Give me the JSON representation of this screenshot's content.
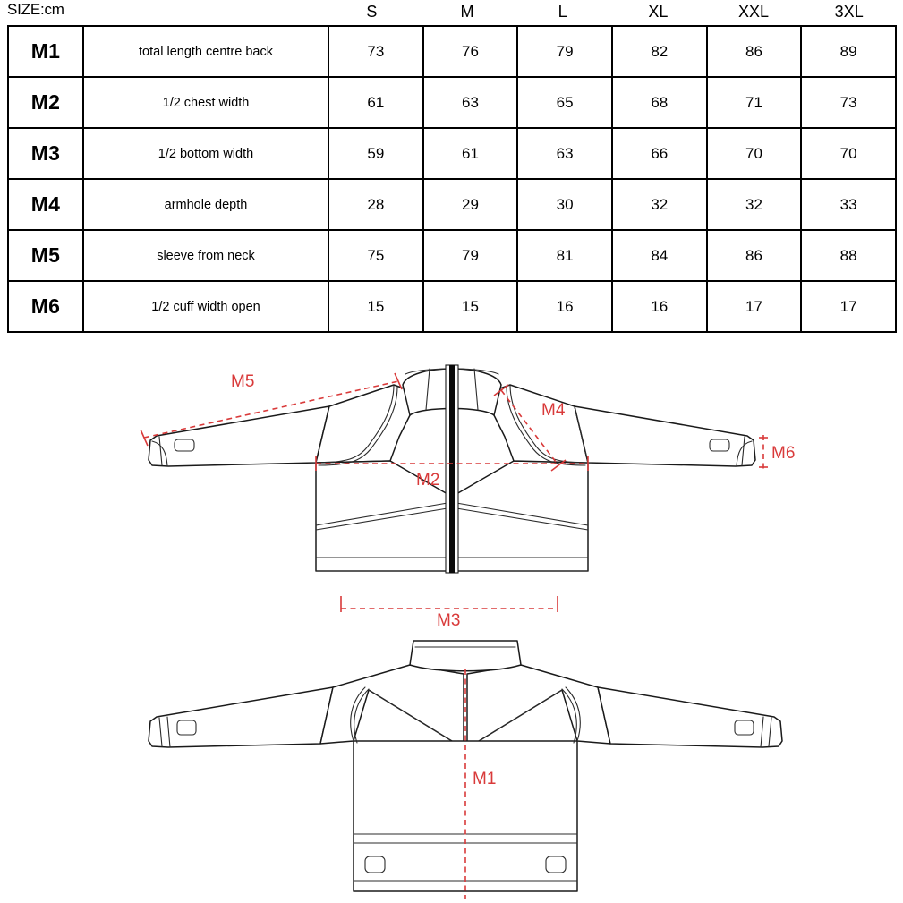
{
  "size_chart": {
    "unit_label": "SIZE:cm",
    "size_columns": [
      "S",
      "M",
      "L",
      "XL",
      "XXL",
      "3XL"
    ],
    "rows": [
      {
        "code": "M1",
        "description": "total length centre back",
        "values": [
          "73",
          "76",
          "79",
          "82",
          "86",
          "89"
        ]
      },
      {
        "code": "M2",
        "description": "1/2 chest width",
        "values": [
          "61",
          "63",
          "65",
          "68",
          "71",
          "73"
        ]
      },
      {
        "code": "M3",
        "description": "1/2 bottom width",
        "values": [
          "59",
          "61",
          "63",
          "66",
          "70",
          "70"
        ]
      },
      {
        "code": "M4",
        "description": "armhole depth",
        "values": [
          "28",
          "29",
          "30",
          "32",
          "32",
          "33"
        ]
      },
      {
        "code": "M5",
        "description": "sleeve from neck",
        "values": [
          "75",
          "79",
          "81",
          "84",
          "86",
          "88"
        ]
      },
      {
        "code": "M6",
        "description": "1/2 cuff width open",
        "values": [
          "15",
          "15",
          "16",
          "16",
          "17",
          "17"
        ]
      }
    ]
  },
  "illustrations": {
    "front": {
      "annotations": {
        "sleeve_from_neck": "M5",
        "armhole_depth": "M4",
        "half_chest_width": "M2",
        "half_bottom_width": "M3",
        "half_cuff_width_open": "M6"
      }
    },
    "back": {
      "annotations": {
        "total_length_centre_back": "M1"
      }
    }
  },
  "colors": {
    "measurement_red": "#d93a3a",
    "line_black": "#1a1a1a",
    "background": "#ffffff"
  }
}
